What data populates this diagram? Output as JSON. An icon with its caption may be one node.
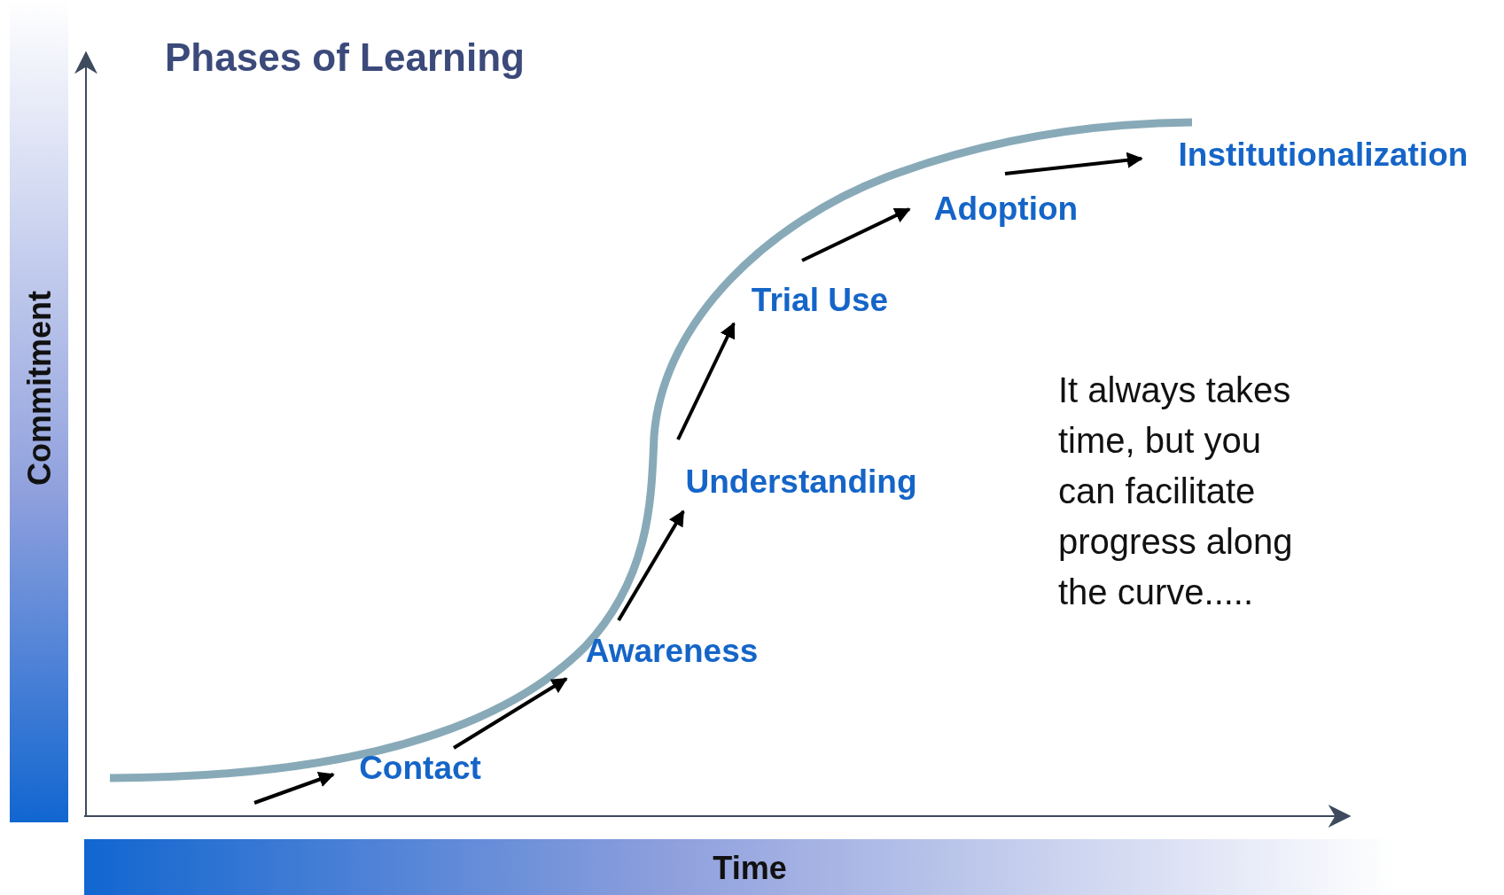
{
  "diagram": {
    "title": "Phases of Learning",
    "nodes": [
      {
        "text": [
          "Contact"
        ]
      },
      {
        "text": [
          "Awareness"
        ]
      },
      {
        "text": [
          "Understanding"
        ]
      },
      {
        "text": [
          "Trial Use"
        ]
      },
      {
        "text": [
          "Adoption"
        ]
      },
      {
        "text": [
          "Institutionalization"
        ]
      }
    ],
    "edges": [
      {
        "from": null,
        "to": 0,
        "arrow": "to"
      },
      {
        "from": 0,
        "to": 1,
        "arrow": "to"
      },
      {
        "from": 1,
        "to": 2,
        "arrow": "to"
      },
      {
        "from": 2,
        "to": 3,
        "arrow": "to"
      },
      {
        "from": 3,
        "to": 4,
        "arrow": "to"
      },
      {
        "from": 4,
        "to": 5,
        "arrow": "to"
      }
    ],
    "labels": [
      "Commitment",
      "Time",
      "It always takes time, but you can facilitate progress along the curve....."
    ]
  }
}
